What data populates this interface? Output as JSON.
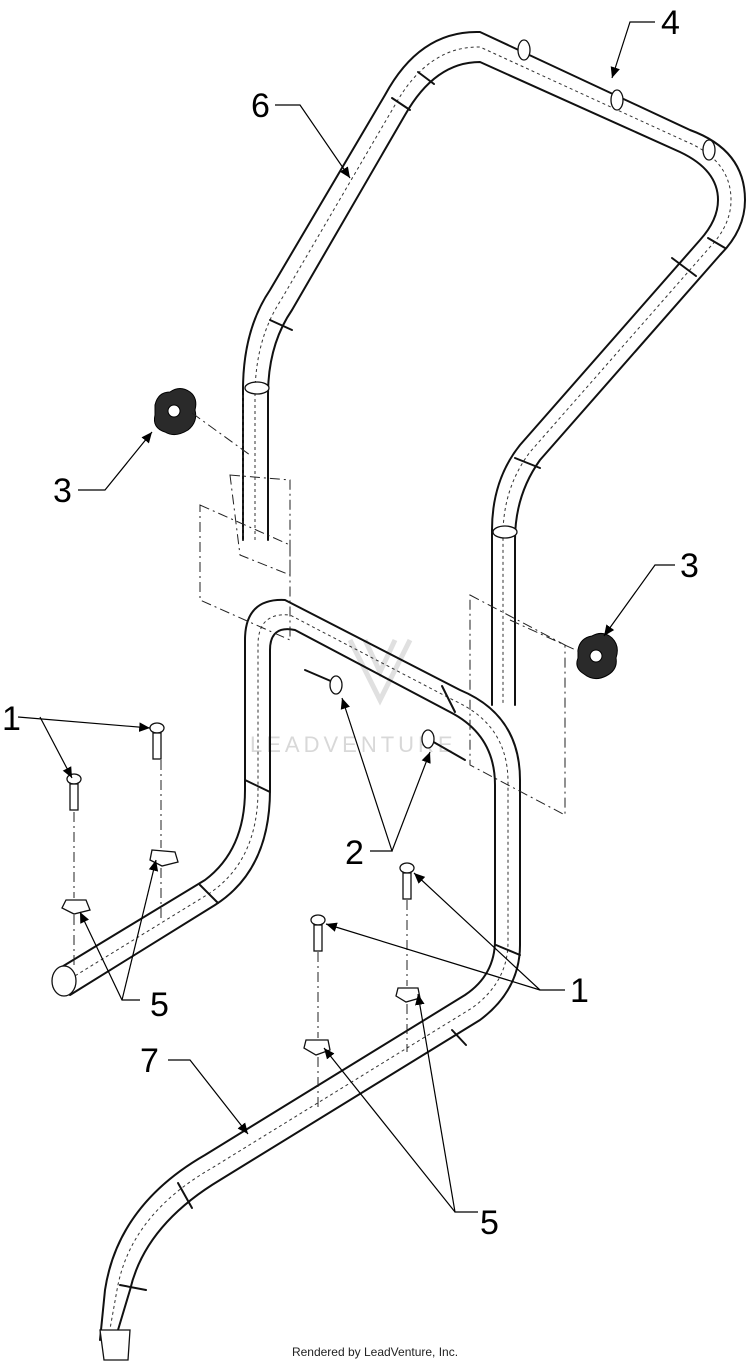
{
  "callouts": {
    "c1a": "1",
    "c1b": "1",
    "c2": "2",
    "c3a": "3",
    "c3b": "3",
    "c4": "4",
    "c5a": "5",
    "c5b": "5",
    "c6": "6",
    "c7": "7"
  },
  "watermark": "LEADVENTURE",
  "footer": "Rendered by LeadVenture, Inc."
}
